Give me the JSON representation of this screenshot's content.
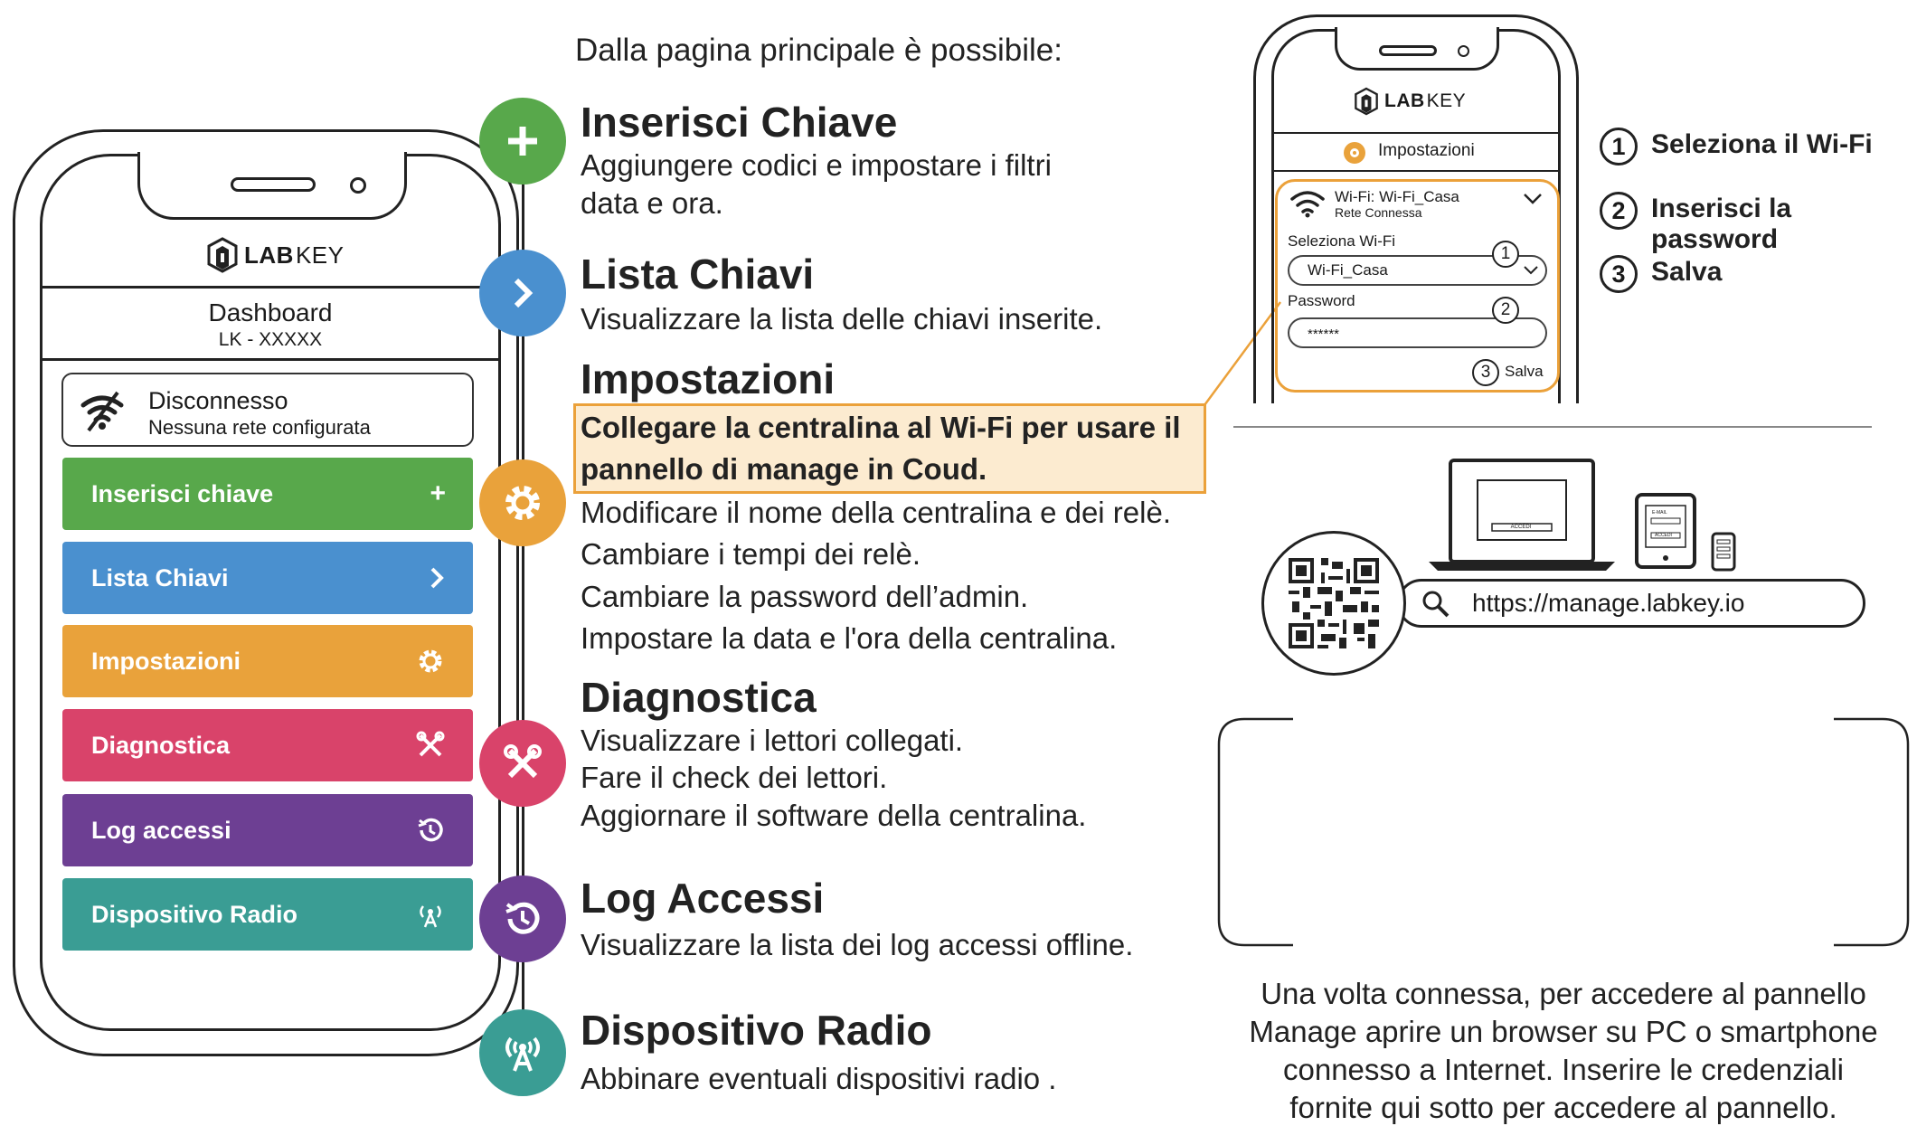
{
  "intro": "Dalla pagina principale è possibile:",
  "phone": {
    "logo_lab": "LAB",
    "logo_key": "KEY",
    "dashboard_title": "Dashboard",
    "dashboard_sub": "LK - XXXXX",
    "status_title": "Disconnesso",
    "status_sub": "Nessuna rete configurata",
    "menu": [
      {
        "label": "Inserisci chiave",
        "color": "#58a84b",
        "icon": "plus-icon"
      },
      {
        "label": "Lista Chiavi",
        "color": "#4a90cf",
        "icon": "chevron-right-icon"
      },
      {
        "label": "Impostazioni",
        "color": "#e9a23b",
        "icon": "gear-icon"
      },
      {
        "label": "Diagnostica",
        "color": "#d9436a",
        "icon": "tools-icon"
      },
      {
        "label": "Log accessi",
        "color": "#6d3f93",
        "icon": "history-icon"
      },
      {
        "label": "Dispositivo Radio",
        "color": "#3a9d94",
        "icon": "antenna-icon"
      }
    ]
  },
  "sections": {
    "inserisci": {
      "title": "Inserisci Chiave",
      "lines": [
        "Aggiungere codici e impostare i filtri",
        "data e ora."
      ]
    },
    "lista": {
      "title": "Lista Chiavi",
      "lines": [
        "Visualizzare la lista delle chiavi inserite."
      ]
    },
    "impostazioni": {
      "title": "Impostazioni",
      "highlight": [
        "Collegare la centralina al Wi-Fi per usare il",
        "pannello di manage in Coud."
      ],
      "lines": [
        "Modificare il nome della centralina e dei relè.",
        "Cambiare i tempi dei relè.",
        "Cambiare la password dell’admin.",
        "Impostare la data e l'ora della centralina."
      ]
    },
    "diagnostica": {
      "title": "Diagnostica",
      "lines": [
        "Visualizzare i lettori collegati.",
        "Fare il check dei lettori.",
        "Aggiornare il software della centralina."
      ]
    },
    "log": {
      "title": "Log Accessi",
      "lines": [
        "Visualizzare la lista dei log accessi offline."
      ]
    },
    "radio": {
      "title": "Dispositivo Radio",
      "lines": [
        "Abbinare eventuali dispositivi radio ."
      ]
    }
  },
  "settings_phone": {
    "logo_lab": "LAB",
    "logo_key": "KEY",
    "header": "Impostazioni",
    "wifi_line1": "Wi-Fi: Wi-Fi_Casa",
    "wifi_line2": "Rete Connessa",
    "select_label": "Seleziona Wi-Fi",
    "select_value": "Wi-Fi_Casa",
    "password_label": "Password",
    "password_value": "******",
    "save_label": "Salva",
    "n1": "1",
    "n2": "2",
    "n3": "3"
  },
  "steps": [
    {
      "num": "1",
      "label": "Seleziona il Wi-Fi"
    },
    {
      "num": "2",
      "label": "Inserisci la password"
    },
    {
      "num": "3",
      "label": "Salva"
    }
  ],
  "devices": {
    "laptop_button": "ACCEDI",
    "tablet_button": "ACCEDI",
    "tablet_field": "E-MAIL"
  },
  "url": "https://manage.labkey.io",
  "bottom_text": [
    "Una volta connessa, per accedere al pannello",
    "Manage aprire un browser su PC o smartphone",
    "connesso a Internet. Inserire le credenziali",
    "fornite qui sotto per accedere al pannello."
  ],
  "colors": {
    "green": "#58a84b",
    "blue": "#4a90cf",
    "orange": "#e9a23b",
    "pink": "#d9436a",
    "purple": "#6d3f93",
    "teal": "#3a9d94",
    "highlight_bg": "#fcebd0"
  }
}
